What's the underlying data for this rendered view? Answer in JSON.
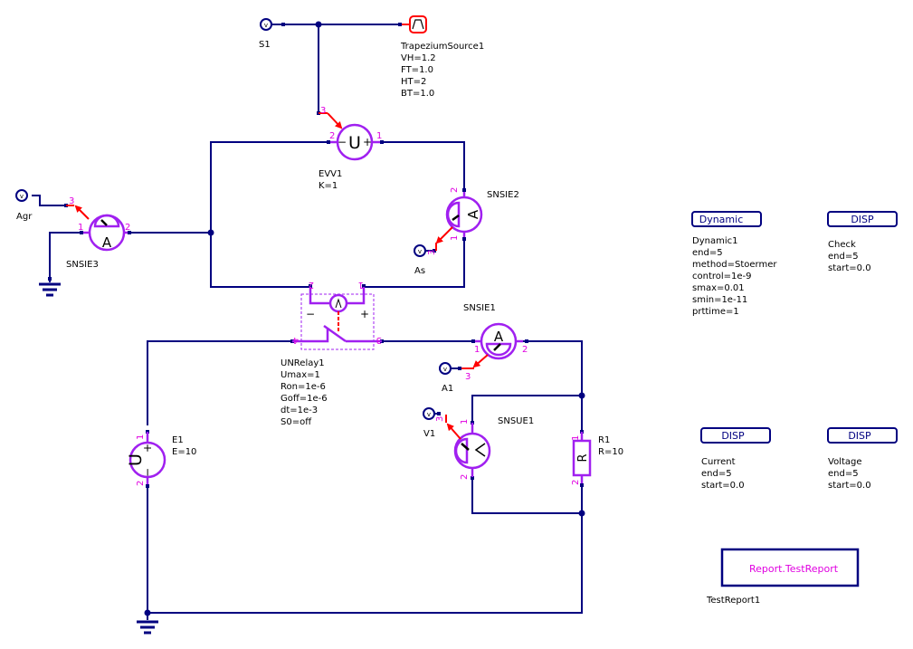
{
  "colors": {
    "wire": "#000080",
    "component": "#a020f0",
    "signal": "#ff0000",
    "pin_label": "#e000e0",
    "report_text": "#e000e0",
    "text": "#000000"
  },
  "components": {
    "s1": {
      "name": "S1",
      "icon": "voltage-probe-icon"
    },
    "trapezium": {
      "name": "TrapeziumSource1",
      "params": [
        "VH=1.2",
        "FT=1.0",
        "HT=2",
        "BT=1.0"
      ],
      "icon": "trapezium-source-icon"
    },
    "evv1": {
      "name": "EVV1",
      "params": [
        "K=1"
      ],
      "symbol": "U",
      "pins": {
        "p1": "1",
        "p2": "2",
        "p3": "3"
      },
      "minus": "−",
      "plus": "+"
    },
    "agr": {
      "name": "Agr",
      "icon": "voltage-probe-icon"
    },
    "snsie3": {
      "name": "SNSIE3",
      "symbol": "A",
      "pins": {
        "p1": "1",
        "p2": "2",
        "p3": "3"
      }
    },
    "snsie2": {
      "name": "SNSIE2",
      "symbol": "A",
      "pins": {
        "p1": "1",
        "p2": "2",
        "p3": "3"
      }
    },
    "as": {
      "name": "As",
      "icon": "voltage-probe-icon"
    },
    "unrelay1": {
      "name": "UNRelay1",
      "params": [
        "Umax=1",
        "Ron=1e-6",
        "Goff=1e-6",
        "dt=1e-3",
        "S0=off"
      ],
      "symbol": "V",
      "pins": {
        "p1": "1",
        "p2": "2",
        "p3": "3",
        "p4": "4"
      },
      "minus": "−",
      "plus": "+"
    },
    "snsie1": {
      "name": "SNSIE1",
      "symbol": "A",
      "pins": {
        "p1": "1",
        "p2": "2",
        "p3": "3"
      }
    },
    "a1": {
      "name": "A1",
      "icon": "voltage-probe-icon"
    },
    "v1": {
      "name": "V1",
      "icon": "voltage-probe-icon"
    },
    "snsue1": {
      "name": "SNSUE1",
      "symbol": "V",
      "pins": {
        "p1": "1",
        "p2": "2",
        "p3": "3"
      }
    },
    "r1": {
      "name": "R1",
      "params": [
        "R=10"
      ],
      "symbol": "R",
      "pins": {
        "p1": "1",
        "p2": "2"
      }
    },
    "e1": {
      "name": "E1",
      "params": [
        "E=10"
      ],
      "symbol": "U",
      "pins": {
        "p1": "1",
        "p2": "2"
      },
      "minus": "−",
      "plus": "+"
    },
    "probe_glyph": "v"
  },
  "analysis_blocks": {
    "dynamic": {
      "button": "Dynamic",
      "lines": [
        "Dynamic1",
        "end=5",
        "method=Stoermer",
        "control=1e-9",
        "smax=0.01",
        "smin=1e-11",
        "prttime=1"
      ]
    },
    "disp_check": {
      "button": "DISP",
      "lines": [
        "Check",
        "end=5",
        "start=0.0"
      ]
    },
    "disp_current": {
      "button": "DISP",
      "lines": [
        "Current",
        "end=5",
        "start=0.0"
      ]
    },
    "disp_voltage": {
      "button": "DISP",
      "lines": [
        "Voltage",
        "end=5",
        "start=0.0"
      ]
    },
    "report": {
      "label": "Report.TestReport",
      "name": "TestReport1"
    }
  }
}
